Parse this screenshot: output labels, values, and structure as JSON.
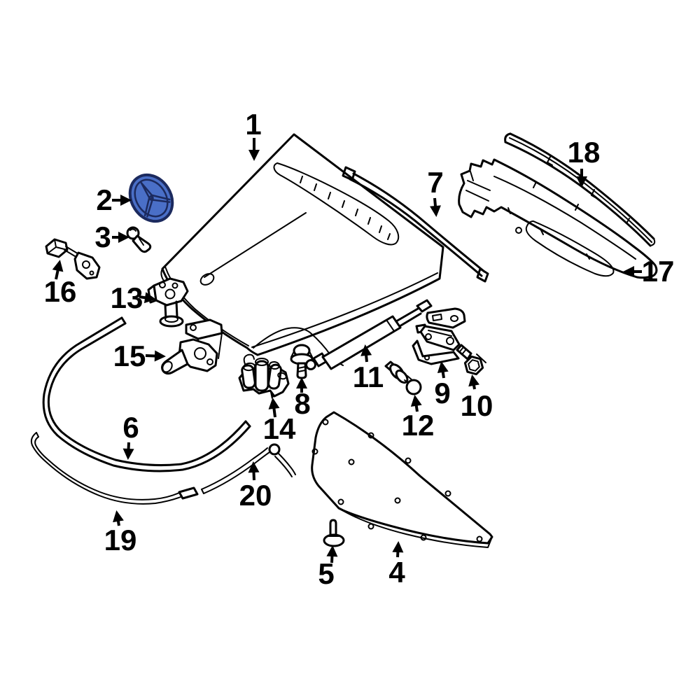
{
  "figure": {
    "type": "parts-diagram",
    "background": "#ffffff",
    "line_color": "#000000",
    "highlight_fill": "#4a6fc7",
    "highlight_stroke": "#1c2a5e",
    "highlighted_callout": "2"
  },
  "callouts": [
    {
      "number": "1",
      "part": "hood-panel"
    },
    {
      "number": "2",
      "part": "emblem"
    },
    {
      "number": "3",
      "part": "emblem-clip"
    },
    {
      "number": "4",
      "part": "insulator-pad"
    },
    {
      "number": "5",
      "part": "push-rivet"
    },
    {
      "number": "6",
      "part": "front-weatherstrip"
    },
    {
      "number": "7",
      "part": "rear-weatherstrip"
    },
    {
      "number": "8",
      "part": "bump-stop"
    },
    {
      "number": "9",
      "part": "hinge"
    },
    {
      "number": "10",
      "part": "hinge-bolt"
    },
    {
      "number": "11",
      "part": "lift-support"
    },
    {
      "number": "12",
      "part": "clip"
    },
    {
      "number": "13",
      "part": "striker"
    },
    {
      "number": "14",
      "part": "lock"
    },
    {
      "number": "15",
      "part": "hinge-bracket"
    },
    {
      "number": "16",
      "part": "stop-bracket"
    },
    {
      "number": "17",
      "part": "cowl-grille-panel"
    },
    {
      "number": "18",
      "part": "cowl-trim-strip"
    },
    {
      "number": "19",
      "part": "release-cable-front"
    },
    {
      "number": "20",
      "part": "release-cable-rear"
    }
  ]
}
